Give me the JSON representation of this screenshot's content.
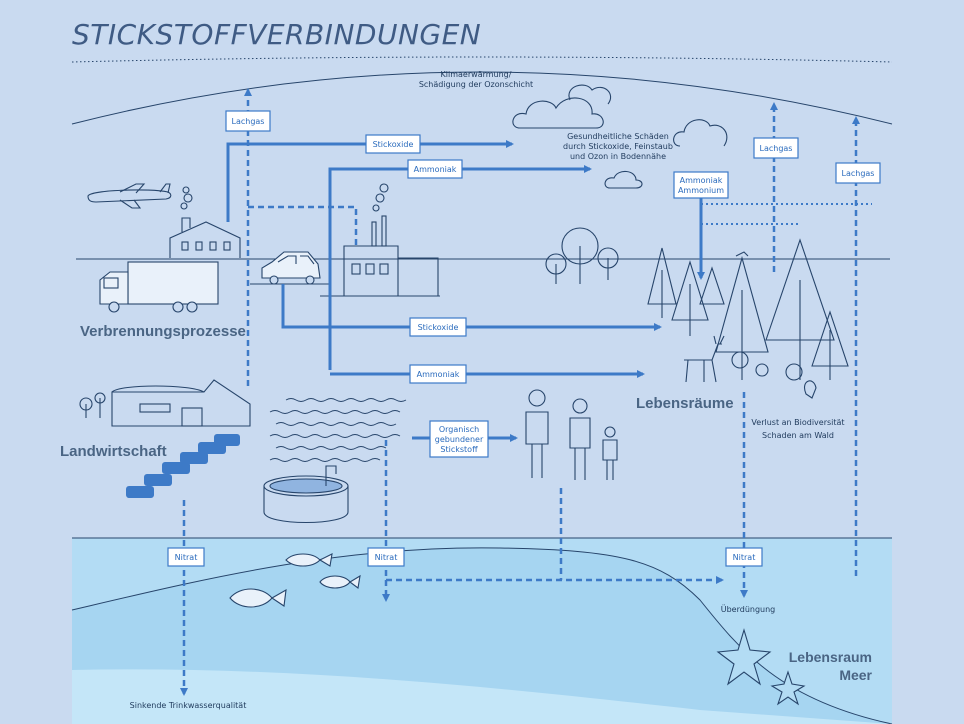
{
  "title": "STICKSTOFFVERBINDUNGEN",
  "colors": {
    "background": "#c9daf0",
    "arrow": "#3d7ac7",
    "line": "#27456b",
    "sea": "#b3dcf4"
  },
  "flow_labels": {
    "lachgas_left": "Lachgas",
    "stickoxide_top": "Stickoxide",
    "ammoniak_top": "Ammoniak",
    "ammoniak_ammonium_1": "Ammoniak",
    "ammoniak_ammonium_2": "Ammonium",
    "lachgas_right1": "Lachgas",
    "lachgas_right2": "Lachgas",
    "stickoxide_mid": "Stickoxide",
    "ammoniak_mid": "Ammoniak",
    "organisch_1": "Organisch",
    "organisch_2": "gebundener",
    "organisch_3": "Stickstoff",
    "nitrat_left": "Nitrat",
    "nitrat_mid": "Nitrat",
    "nitrat_right": "Nitrat"
  },
  "notes": {
    "climate_1": "Klimaerwärmung/",
    "climate_2": "Schädigung der Ozonschicht",
    "health_1": "Gesundheitliche Schäden",
    "health_2": "durch Stickoxide, Feinstaub",
    "health_3": "und Ozon in Bodennähe",
    "biodiv_1": "Verlust an Biodiversität",
    "biodiv_2": "Schaden am Wald",
    "ueberduengung": "Überdüngung",
    "trinkwasser": "Sinkende Trinkwasserqualität"
  },
  "sections": {
    "verbrennung": "Verbrennungsprozesse",
    "landwirtschaft": "Landwirtschaft",
    "lebensraeume": "Lebensräume",
    "meer_1": "Lebensraum",
    "meer_2": "Meer"
  }
}
